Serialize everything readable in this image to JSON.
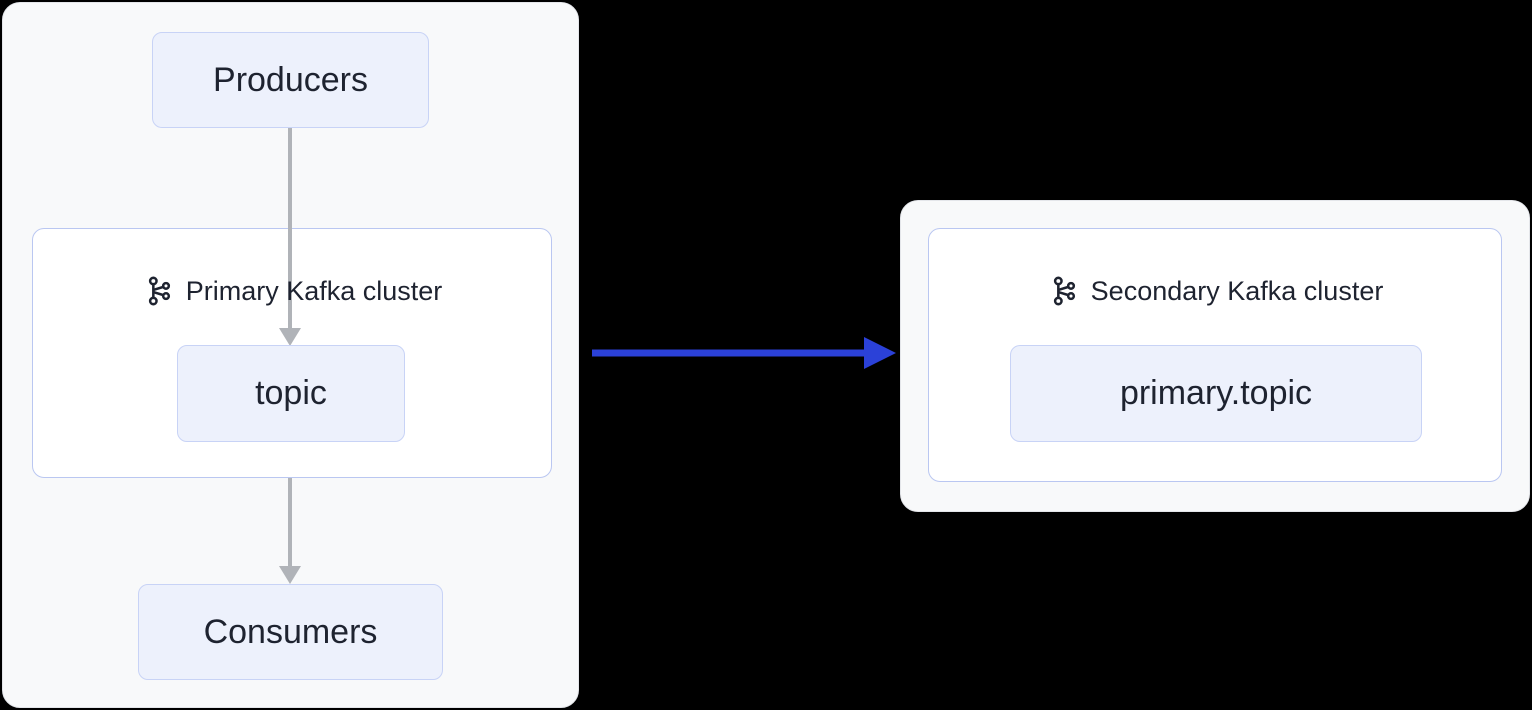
{
  "left_group": {
    "producers": {
      "label": "Producers"
    },
    "cluster": {
      "title": "Primary Kafka cluster"
    },
    "topic": {
      "label": "topic"
    },
    "consumers": {
      "label": "Consumers"
    }
  },
  "right_group": {
    "cluster": {
      "title": "Secondary Kafka cluster"
    },
    "topic": {
      "label": "primary.topic"
    }
  },
  "edges": [
    {
      "from": "producers",
      "to": "topic",
      "style": "gray-arrow"
    },
    {
      "from": "primary-cluster",
      "to": "consumers",
      "style": "gray-arrow"
    },
    {
      "from": "primary-cluster",
      "to": "secondary-cluster",
      "style": "blue-arrow"
    }
  ],
  "icons": {
    "kafka": "kafka-logo"
  },
  "colors": {
    "page_background": "#000000",
    "container_background": "#f8f9fa",
    "container_border": "#e4e6ea",
    "cluster_background": "#ffffff",
    "cluster_border": "#bac7f1",
    "node_background": "#edf1fc",
    "node_border": "#c8d3f6",
    "text": "#1e2330",
    "gray_arrow": "#b0b3b8",
    "blue_arrow": "#2b41d8"
  }
}
